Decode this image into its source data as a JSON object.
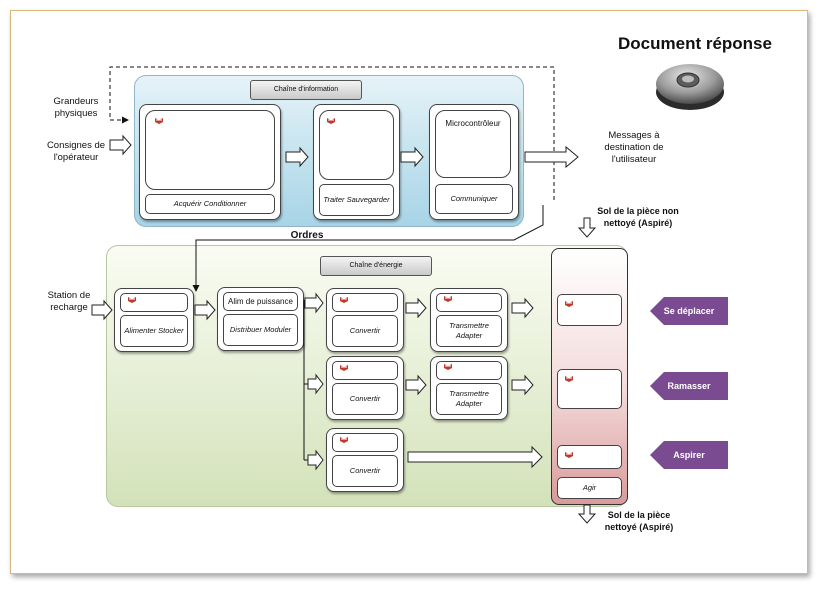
{
  "title": "Document réponse",
  "left_inputs": {
    "grandeurs": "Grandeurs physiques",
    "consignes": "Consignes de l'opérateur",
    "station": "Station de recharge"
  },
  "right_outputs": {
    "messages": "Messages à destination de l'utilisateur",
    "sol_non": "Sol de la pièce non nettoyé (Aspiré)",
    "sol_ok": "Sol de la pièce nettoyé (Aspiré)"
  },
  "chaine_info": {
    "label": "Chaîne d'information",
    "blocks": [
      {
        "top_text": "",
        "function": "Acquérir Conditionner"
      },
      {
        "top_text": "",
        "function": "Traiter Sauvegarder"
      },
      {
        "top_text": "Microcontrôleur",
        "function": "Communiquer"
      }
    ]
  },
  "ordres": "Ordres",
  "chaine_energie": {
    "label": "Chaîne d'énergie",
    "alimenter": {
      "top_text": "",
      "function": "Alimenter Stocker"
    },
    "distribuer": {
      "top_text": "Alim de puissance",
      "function": "Distribuer Moduler"
    },
    "convertir": [
      "Convertir",
      "Convertir",
      "Convertir"
    ],
    "transmettre": [
      "Transmettre Adapter",
      "Transmettre Adapter"
    ],
    "agir": "Agir"
  },
  "actions": [
    "Se déplacer",
    "Ramasser",
    "Aspirer"
  ],
  "colors": {
    "action": "#7a4b90",
    "info_zone": "#a7d4e6",
    "energy_zone": "#d3e2ba",
    "agir": "#d99a9a"
  },
  "icons": [
    "robot-vacuum-icon",
    "flag-icon"
  ]
}
